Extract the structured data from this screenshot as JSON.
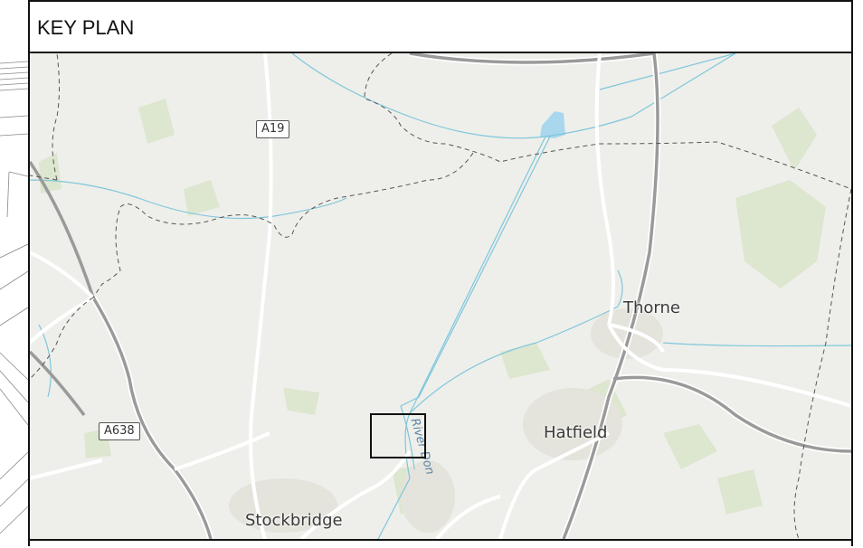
{
  "panel": {
    "title": "KEY PLAN"
  },
  "map": {
    "places": {
      "thorne": "Thorne",
      "hatfield": "Hatfield",
      "stockbridge": "Stockbridge"
    },
    "roads": {
      "a19": "A19",
      "a638": "A638"
    },
    "rivers": {
      "river_don": "River Don"
    },
    "colors": {
      "land": "#eeefea",
      "woodland": "#dde6cf",
      "water": "#7fc6dc",
      "lake": "#a9d7ee",
      "major_road": "#9a9a9a",
      "minor_road": "#ffffff",
      "boundary": "#555555",
      "locator": "#111111"
    }
  }
}
